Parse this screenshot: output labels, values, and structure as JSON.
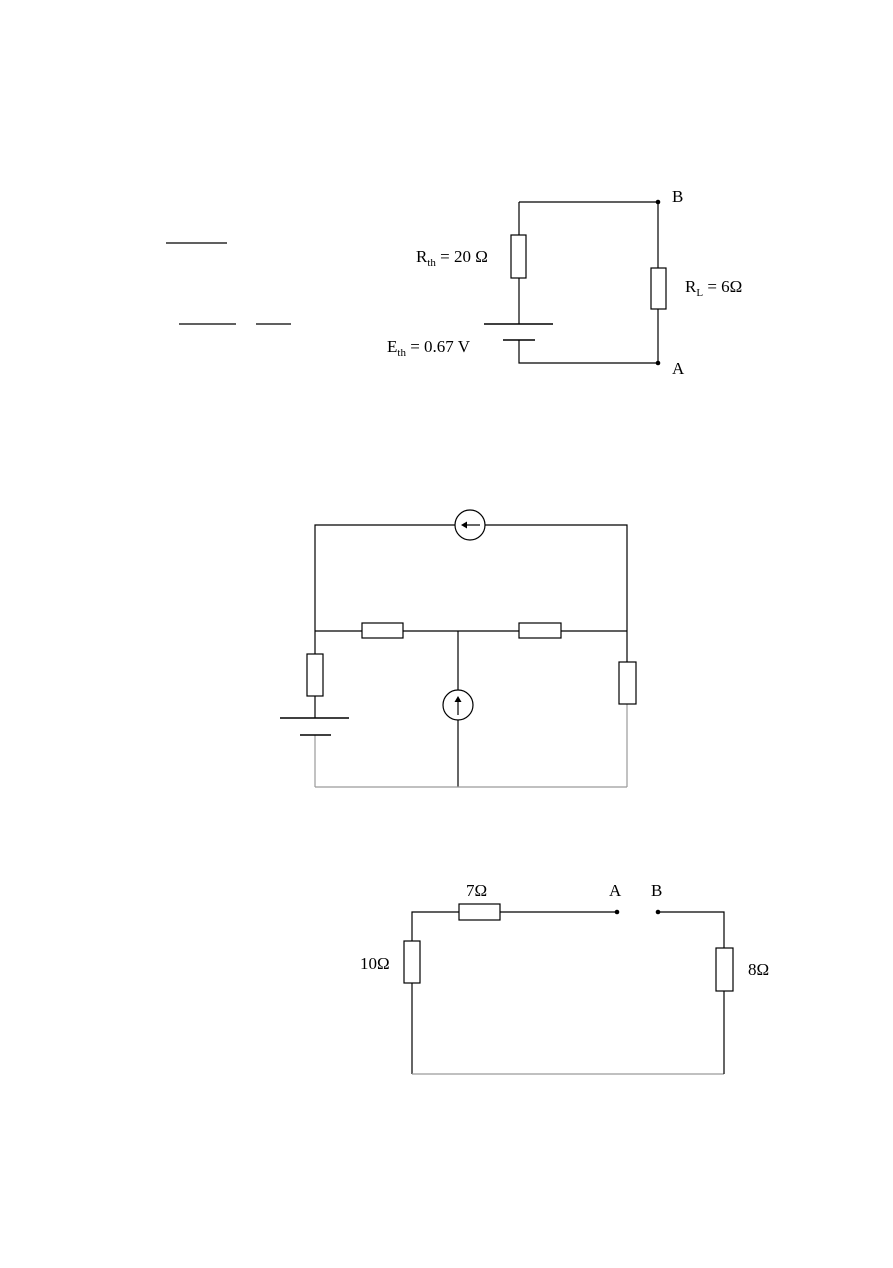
{
  "circuit1": {
    "rth": {
      "main": "R",
      "sub": "th",
      "rest": " = 20 Ω"
    },
    "eth": {
      "main": "E",
      "sub": "th",
      "rest": " = 0.67 V"
    },
    "rl": {
      "main": "R",
      "sub": "L",
      "rest": " = 6Ω"
    },
    "node_b": "B",
    "node_a": "A"
  },
  "circuit3": {
    "r7": "7Ω",
    "r10": "10Ω",
    "r8": "8Ω",
    "node_a": "A",
    "node_b": "B"
  }
}
